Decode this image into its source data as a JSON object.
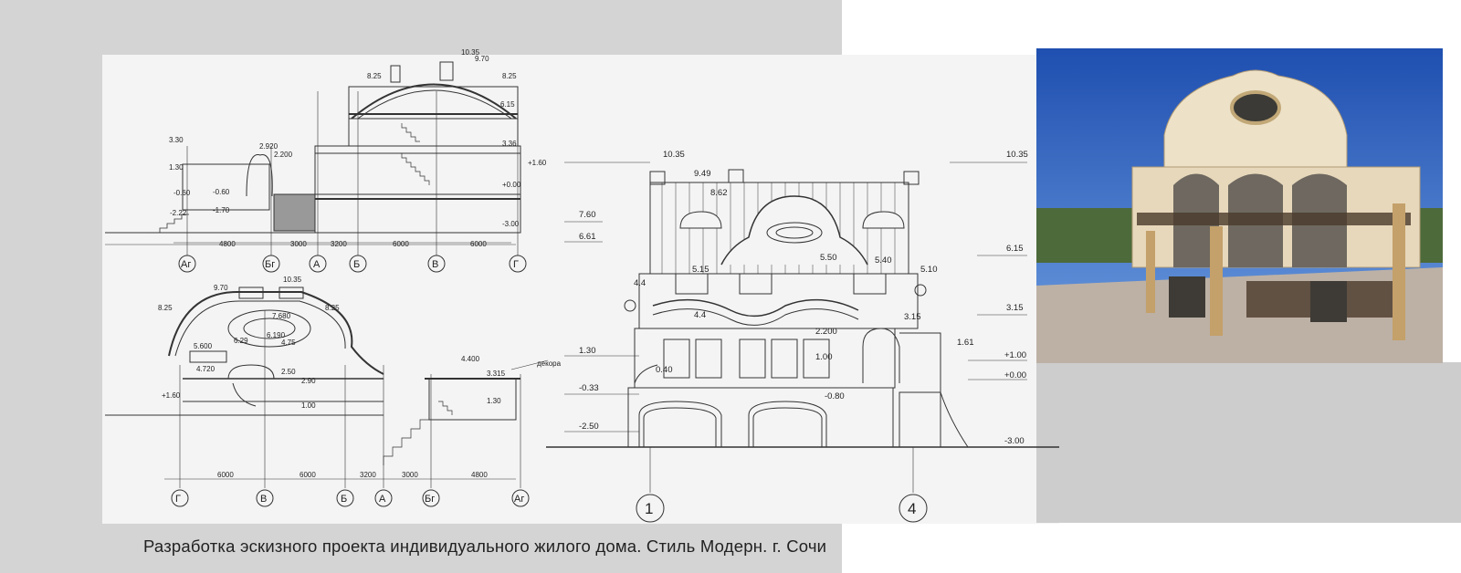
{
  "caption": "Разработка эскизного проекта индивидуального жилого дома. Стиль Модерн. г. Сочи",
  "section_top": {
    "levels": [
      "10.35",
      "9.70",
      "8.25",
      "8.25",
      "6.15",
      "3.36",
      "+1.60",
      "+0.00",
      "-3.00",
      "3.30",
      "1.30",
      "-0.60",
      "-0.60",
      "-1.70",
      "-2.22",
      "2.920",
      "2.200"
    ],
    "axes": [
      "Аг",
      "Бг",
      "А",
      "Б",
      "В",
      "Г"
    ],
    "dims": [
      "4800",
      "3000",
      "3200",
      "6000",
      "6000"
    ]
  },
  "section_bottom": {
    "levels": [
      "9.70",
      "10.35",
      "8.25",
      "8.25",
      "7.680",
      "6.190",
      "5.600",
      "4.720",
      "6.29",
      "4.75",
      "2.50",
      "2.90",
      "1.00",
      "+1.60",
      "4.400",
      "3.315",
      "1.30"
    ],
    "note": "декора",
    "axes": [
      "Г",
      "В",
      "Б",
      "А",
      "Бг",
      "Аг"
    ],
    "dims": [
      "6000",
      "6000",
      "3200",
      "3000",
      "4800"
    ]
  },
  "facade": {
    "left_levels": [
      "10.35",
      "9.49",
      "8.62",
      "7.60",
      "6.61",
      "5.15",
      "4.4",
      "4.4",
      "1.30",
      "0.40",
      "-0.33",
      "-2.50"
    ],
    "mid_levels": [
      "5.50",
      "5.40",
      "5.10",
      "3.15",
      "2.200",
      "1.00",
      "-0.80",
      "1.61"
    ],
    "right_levels": [
      "10.35",
      "6.15",
      "3.15",
      "+1.00",
      "+0.00",
      "-3.00"
    ],
    "axes": [
      "1",
      "4"
    ]
  }
}
